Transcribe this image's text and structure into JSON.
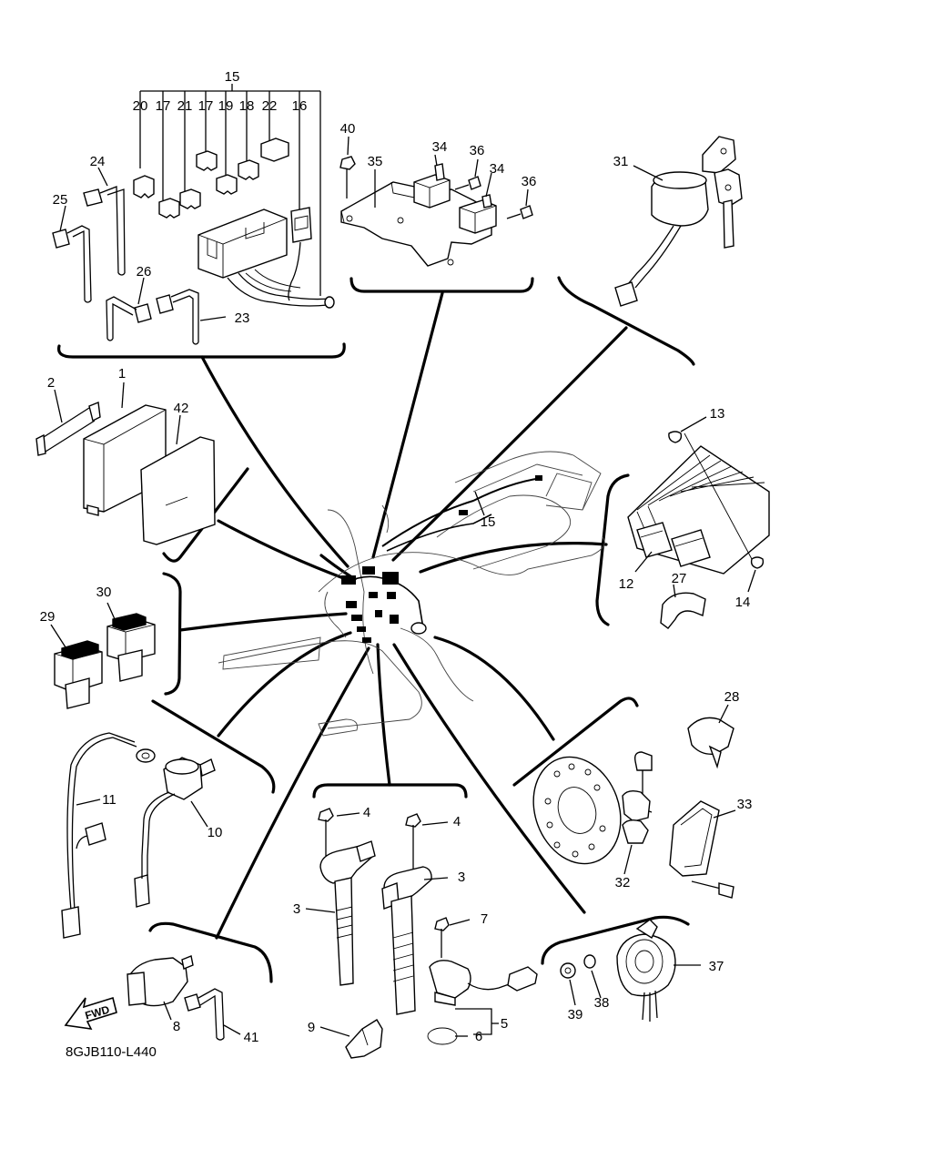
{
  "diagram_code": "8GJB110-L440",
  "fwd_label": "FWD",
  "callouts": {
    "c1": "1",
    "c2": "2",
    "c3a": "3",
    "c3b": "3",
    "c4a": "4",
    "c4b": "4",
    "c5": "5",
    "c6": "6",
    "c7": "7",
    "c8": "8",
    "c9": "9",
    "c10": "10",
    "c11": "11",
    "c12": "12",
    "c13": "13",
    "c14": "14",
    "c15top": "15",
    "c15mid": "15",
    "c16": "16",
    "c17a": "17",
    "c17b": "17",
    "c18": "18",
    "c19": "19",
    "c20": "20",
    "c21": "21",
    "c22": "22",
    "c23": "23",
    "c24": "24",
    "c25": "25",
    "c26": "26",
    "c27": "27",
    "c28": "28",
    "c29": "29",
    "c30": "30",
    "c31": "31",
    "c32": "32",
    "c33": "33",
    "c34a": "34",
    "c34b": "34",
    "c35": "35",
    "c36a": "36",
    "c36b": "36",
    "c37": "37",
    "c38": "38",
    "c39": "39",
    "c40": "40",
    "c41": "41",
    "c42": "42"
  }
}
